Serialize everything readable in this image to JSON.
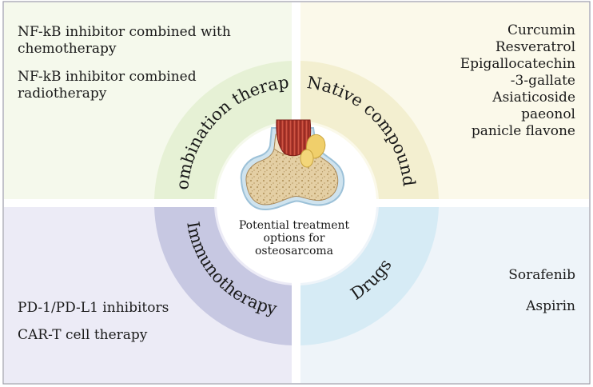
{
  "colors": {
    "combination": "#e6f1d5",
    "combination_bg": "#f5f9ec",
    "native": "#f3efd0",
    "native_bg": "#fbf9ea",
    "immuno": "#c7c8e2",
    "immuno_bg": "#ecebf6",
    "drugs": "#d6ebf5",
    "drugs_bg": "#eef4f9",
    "border": "#9a9aa6"
  },
  "quadrants": {
    "top_left": {
      "items": [
        [
          "NF-kB inhibitor combined with",
          "chemotherapy"
        ],
        [
          "NF-kB inhibitor combined",
          "radiotherapy"
        ]
      ]
    },
    "top_right": {
      "items": [
        "Curcumin",
        "Resveratrol",
        "Epigallocatechin",
        "-3-gallate",
        "Asiaticoside",
        "paeonol",
        "panicle flavone"
      ]
    },
    "bottom_left": {
      "items": [
        "PD-1/PD-L1 inhibitors",
        "CAR-T cell therapy"
      ]
    },
    "bottom_right": {
      "items": [
        "Sorafenib",
        "Aspirin"
      ]
    }
  },
  "ring": {
    "combination_label": "Combination therapy",
    "native_label": "Native compound",
    "immuno_label": "Immunotherapy",
    "drugs_label": "Drugs"
  },
  "center": {
    "caption_lines": [
      "Potential treatment",
      "options for",
      "osteosarcoma"
    ],
    "image": "bone-illustration"
  }
}
